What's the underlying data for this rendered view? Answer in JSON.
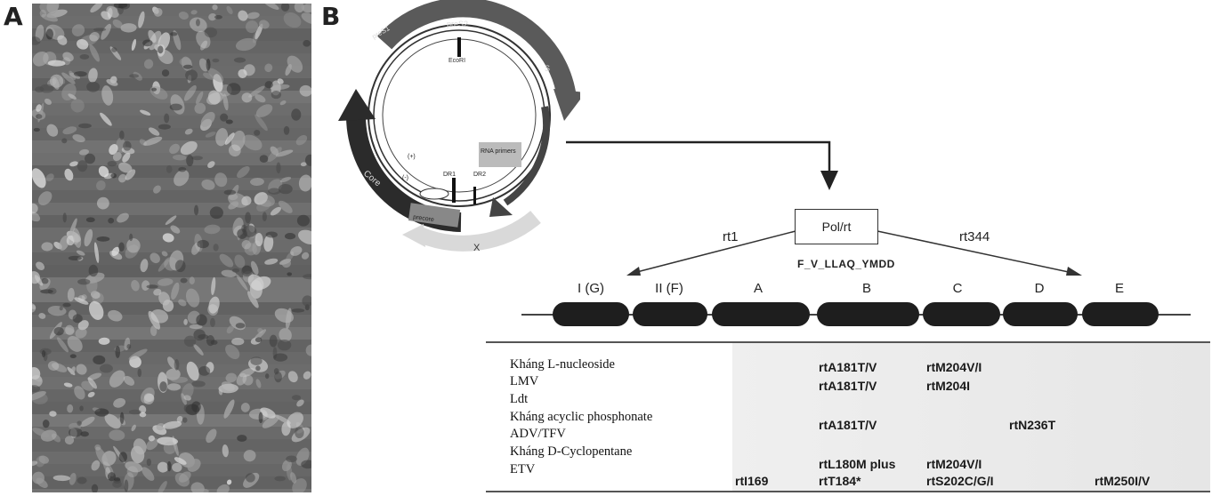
{
  "panel_labels": {
    "a": "A",
    "b": "B"
  },
  "genome": {
    "labels": {
      "pres1": "preS1",
      "pres2": "preS2",
      "s": "S",
      "ecori": "EcoRI",
      "rna_primer": "RNA primers",
      "plus": "(+)",
      "minus": "(-)",
      "dr1": "DR1",
      "dr2": "DR2",
      "core": "Core",
      "precore": "precore",
      "x": "X"
    }
  },
  "polymerase": {
    "box_label": "Pol/rt",
    "start": "rt1",
    "end": "rt344",
    "motif": "F_V_LLAQ_YMDD",
    "domains": [
      "I (G)",
      "II (F)",
      "A",
      "B",
      "C",
      "D",
      "E"
    ]
  },
  "resistance_table": {
    "rows": [
      "Kháng L-nucleoside",
      "LMV",
      "Ldt",
      "Kháng acyclic phosphonate",
      "ADV/TFV",
      "Kháng D-Cyclopentane",
      "ETV"
    ],
    "mutations": {
      "lnuc_b": "rtA181T/V",
      "lnuc_c": "rtM204V/I",
      "lmv_b": "rtA181T/V",
      "lmv_c": "rtM204I",
      "adv_b": "rtA181T/V",
      "adv_d": "rtN236T",
      "etv_b1": "rtL180M plus",
      "etv_c1": "rtM204V/I",
      "etv_a": "rtI169",
      "etv_b2": "rtT184*",
      "etv_c2": "rtS202C/G/I",
      "etv_e": "rtM250I/V"
    }
  },
  "colors": {
    "domain_fill": "#1e1e1e",
    "core_arrow": "#2b2b2b",
    "pres_arrow": "#5a5a5a",
    "x_arrow": "#d9d9d9"
  }
}
